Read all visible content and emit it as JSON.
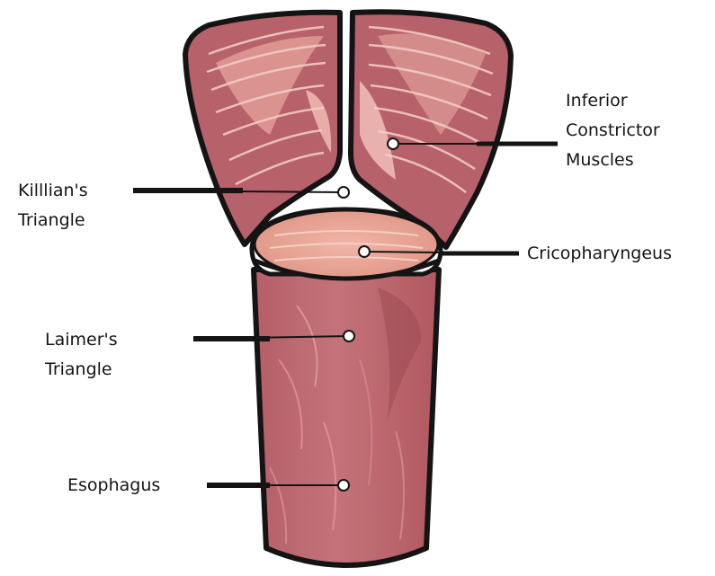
{
  "diagram": {
    "labels": {
      "inferior_constrictor": [
        "Inferior",
        "Constrictor",
        "Muscles"
      ],
      "killians_triangle": [
        "Killlian's",
        "Triangle"
      ],
      "cricopharyngeus": [
        "Cricopharyngeus"
      ],
      "laimers_triangle": [
        "Laimer's",
        "Triangle"
      ],
      "esophagus": [
        "Esophagus"
      ]
    },
    "colors": {
      "muscle": "#b7616a",
      "muscle_light": "#e8a8a0",
      "muscle_highlight": "#f2c0b8",
      "esophagus": "#c06c70",
      "esophagus_dark": "#9c4a52",
      "cricopharyngeus": "#e6a394",
      "outline": "#141414"
    }
  }
}
